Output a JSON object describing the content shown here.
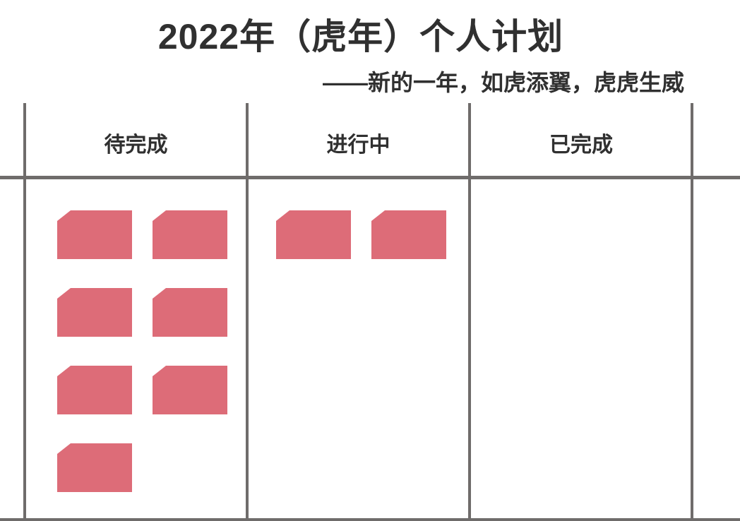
{
  "page": {
    "title": "2022年（虎年）个人计划",
    "subtitle": "——新的一年，如虎添翼，虎虎生威"
  },
  "board": {
    "columns": [
      {
        "id": "todo",
        "label": "待完成",
        "card_count": 7
      },
      {
        "id": "in-progress",
        "label": "进行中",
        "card_count": 2
      },
      {
        "id": "done",
        "label": "已完成",
        "card_count": 0
      }
    ]
  },
  "colors": {
    "card": "#dd6c78",
    "line": "#6f6c6b",
    "text": "#303030"
  }
}
